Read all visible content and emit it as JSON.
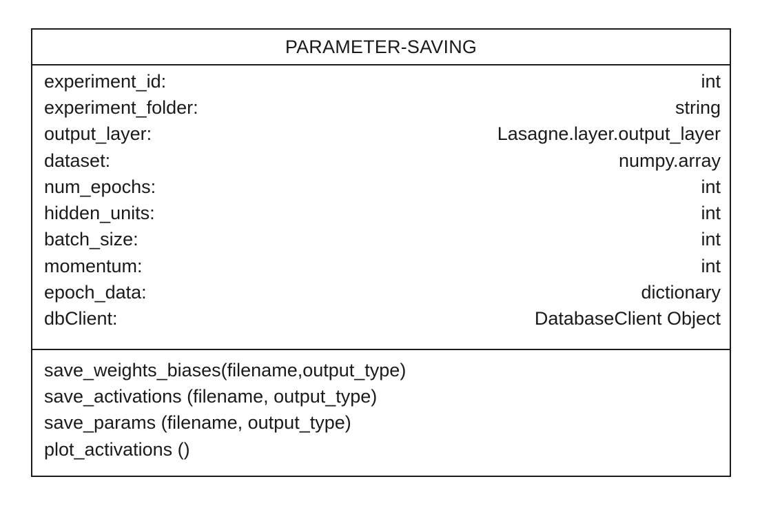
{
  "class": {
    "name": "PARAMETER-SAVING",
    "attributes": [
      {
        "name": "experiment_id:",
        "type": "int"
      },
      {
        "name": "experiment_folder:",
        "type": "string"
      },
      {
        "name": "output_layer:",
        "type": "Lasagne.layer.output_layer"
      },
      {
        "name": "dataset:",
        "type": "numpy.array"
      },
      {
        "name": "num_epochs:",
        "type": "int"
      },
      {
        "name": "hidden_units:",
        "type": "int"
      },
      {
        "name": "batch_size:",
        "type": "int"
      },
      {
        "name": "momentum:",
        "type": "int"
      },
      {
        "name": "epoch_data:",
        "type": "dictionary"
      },
      {
        "name": "dbClient:",
        "type": "DatabaseClient Object"
      }
    ],
    "methods": [
      "save_weights_biases(filename,output_type)",
      "save_activations (filename, output_type)",
      "save_params (filename, output_type)",
      "plot_activations ()"
    ]
  }
}
